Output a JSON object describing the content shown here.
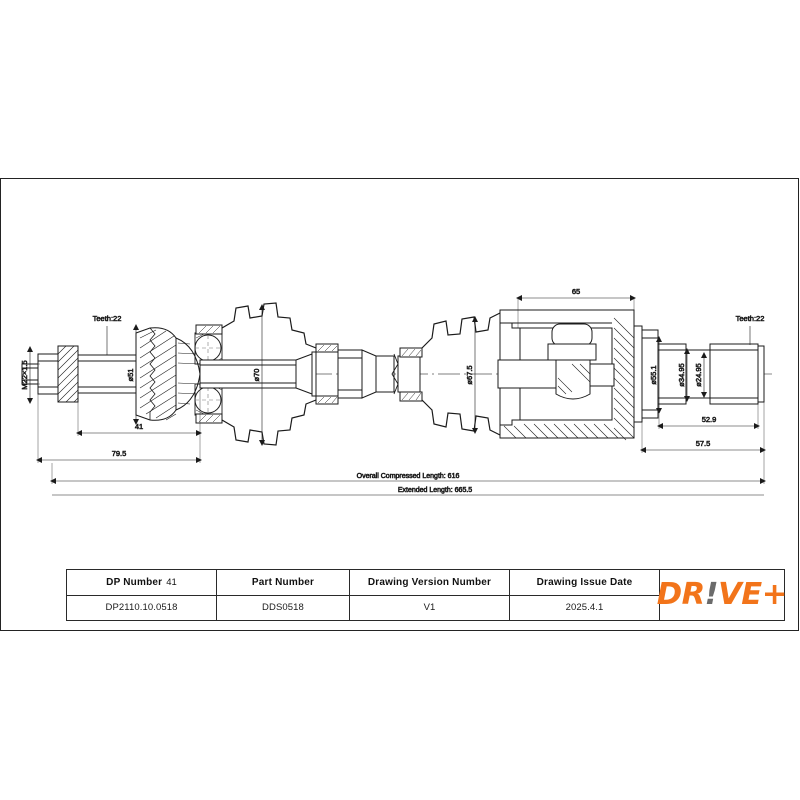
{
  "document": {
    "type": "technical-drawing",
    "subject": "CV joint drive shaft assembly"
  },
  "watermark": {
    "text": "DRIVE+"
  },
  "drawing": {
    "labels": {
      "thread_left": "M22×1.5",
      "teeth_left": "Teeth:22",
      "teeth_right": "Teeth:22",
      "dia_51": "ø51",
      "dia_70": "ø70",
      "dia_67_5": "ø67.5",
      "dia_55_1": "ø55.1",
      "dia_34_95": "ø34.95",
      "dia_24_95": "ø24.95",
      "len_41": "41",
      "len_79_5": "79.5",
      "len_65": "65",
      "len_52_9": "52.9",
      "len_57_5": "57.5",
      "overall_compressed": "Overall  Compressed  Length: 616",
      "extended": "Extended  Length: 665.5"
    }
  },
  "title_block": {
    "columns": [
      {
        "header": "DP Number",
        "header_sub": "41",
        "value": "DP2110.10.0518"
      },
      {
        "header": "Part Number",
        "header_sub": "",
        "value": "DDS0518"
      },
      {
        "header": "Drawing Version Number",
        "header_sub": "",
        "value": "V1"
      },
      {
        "header": "Drawing Issue Date",
        "header_sub": "",
        "value": "2025.4.1"
      }
    ],
    "logo": {
      "pre": "DR",
      "bang": "!",
      "post": "VE+",
      "color": "#f2741a"
    }
  }
}
